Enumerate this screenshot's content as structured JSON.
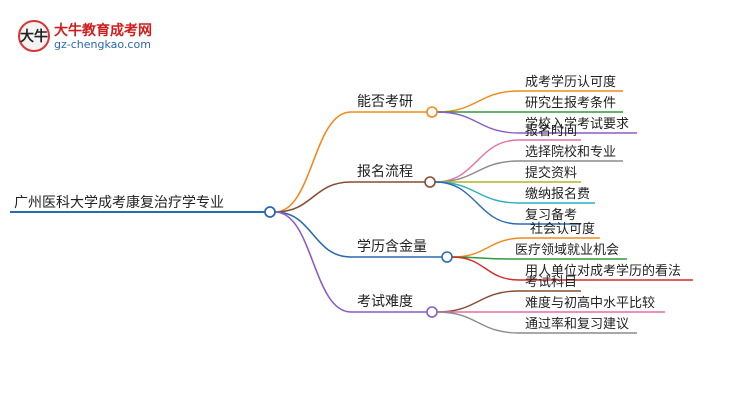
{
  "brand": {
    "name": "大牛教育成考网",
    "url": "gz-chengkao.com",
    "logo_text": "大牛"
  },
  "mindmap": {
    "root": "广州医科大学成考康复治疗学专业",
    "branches": [
      {
        "label": "能否考研",
        "color": "#f08a1c",
        "children": [
          {
            "label": "成考学历认可度",
            "color": "#f08a1c"
          },
          {
            "label": "研究生报考条件",
            "color": "#2e9c3c"
          },
          {
            "label": "学校入学考试要求",
            "color": "#8b5cc7"
          }
        ]
      },
      {
        "label": "报名流程",
        "color": "#8b4a32",
        "children": [
          {
            "label": "报名时间",
            "color": "#e56fa4"
          },
          {
            "label": "选择院校和专业",
            "color": "#8b8b8b"
          },
          {
            "label": "提交资料",
            "color": "#b4b420"
          },
          {
            "label": "缴纳报名费",
            "color": "#2ab0c0"
          },
          {
            "label": "复习备考",
            "color": "#2a6ab0"
          }
        ]
      },
      {
        "label": "学历含金量",
        "color": "#2a6ab0",
        "children": [
          {
            "label": "社会认可度",
            "color": "#f08a1c"
          },
          {
            "label": "医疗领域就业机会",
            "color": "#2e9c3c"
          },
          {
            "label": "用人单位对成考学历的看法",
            "color": "#d42a2a"
          }
        ]
      },
      {
        "label": "考试难度",
        "color": "#8b5cc7",
        "children": [
          {
            "label": "考试科目",
            "color": "#8b4a32"
          },
          {
            "label": "难度与初高中水平比较",
            "color": "#e56fa4"
          },
          {
            "label": "通过率和复习建议",
            "color": "#8b8b8b"
          }
        ]
      }
    ]
  }
}
